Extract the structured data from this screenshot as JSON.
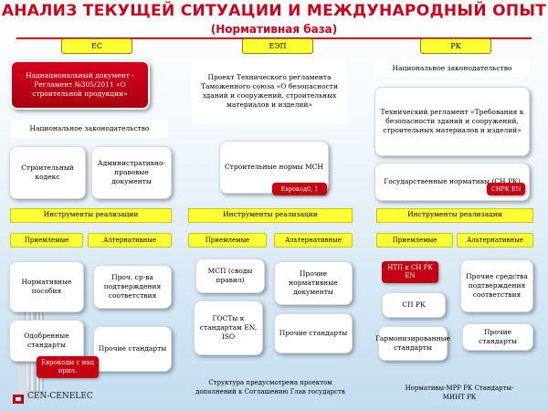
{
  "title": "АНАЛИЗ ТЕКУЩЕЙ СИТУАЦИИ И МЕЖДУНАРОДНЫЙ ОПЫТ",
  "subtitle": "(Нормативная база)",
  "columns": {
    "es": {
      "header": "ЕС",
      "national_doc": "Наднациональный документ - Регламент №305/2011 «О строительной продукции»",
      "national_law": "Национальное законодательство",
      "building_code": "Строительный кодекс",
      "admin_docs": "Административно-правовые документы",
      "instruments": "Инструменты реализации",
      "acceptable": "Приемлемые",
      "alternative": "Алтернативные",
      "guides": "Нормативные пособия",
      "other_means": "Проч. ср-ва подтверждения соответствия",
      "approved_standards": "Одобренные стандарты",
      "other_standards": "Прочие стандарты",
      "eurocodes_badge": "Еврокоды с нац прил."
    },
    "eep": {
      "header": "ЕЭП",
      "tech_reg": "Проект Технического регламента Таможенного союза «О безопасности зданий и сооружений, строительных материалов и изделий»",
      "msn": "Строительные нормы МСН",
      "eurocode_badge": "Еврокод0, 1",
      "instruments": "Инструменты реализации",
      "acceptable": "Приемлемые",
      "alternative": "Альтернативные",
      "msp": "МСП (своды правил)",
      "other_docs": "Прочие нормативные документы",
      "gosts": "ГОСТы к стандартам EN, ISO",
      "other_standards": "Прочие стандарты"
    },
    "rk": {
      "header": "РК",
      "national_law": "Национальное законодательство",
      "tech_reg": "Технический регламент «Требования к безопасности зданий и сооружений, строительных материалов и изделий»",
      "state_norms": "Государственные нормативы (СН РК)",
      "snrk_badge": "СНРК EN",
      "instruments": "Инструменты реализации",
      "acceptable": "Приемлемые",
      "alternative": "Альтернативные",
      "ntp_badge": "НТП к СН РК EN",
      "sp_rk": "СП РК",
      "other_means": "Прочие средства подтверждения соответствия",
      "harmonized": "Гармонизированные стандарты",
      "other_standards": "Прочие стандарты"
    }
  },
  "footer": {
    "eep_note": "Структура предусмотрена проектом дополнений к Соглашению Глав государств",
    "rk_note": "Нормативы-МРР РК Стандарты-МИНТ РК",
    "cen_label": "CEN-CENELEC"
  },
  "colors": {
    "accent_red": "#d0021b",
    "yellow": "#ffff33",
    "badge_red": "#c40012"
  }
}
